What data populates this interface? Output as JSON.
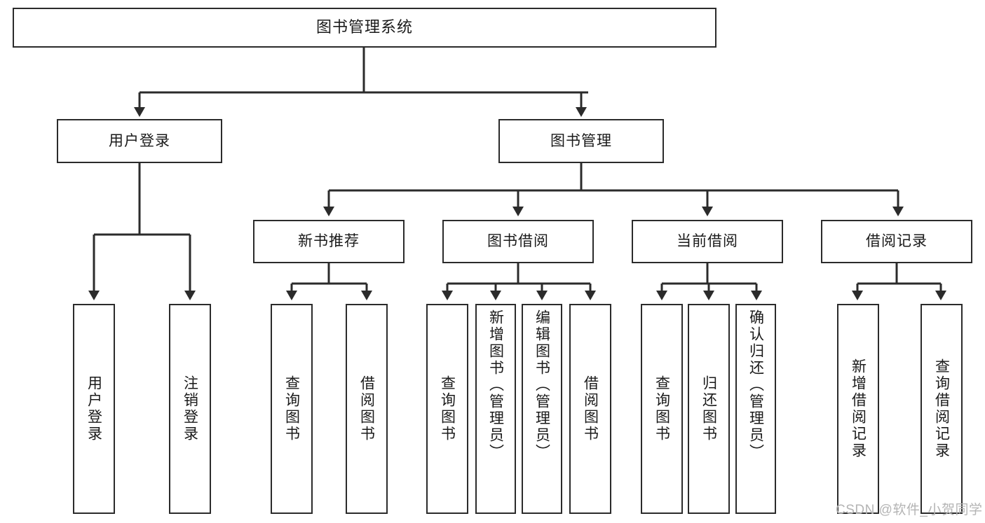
{
  "diagram": {
    "title": "图书管理系统",
    "type": "tree-hierarchy",
    "watermark": "CSDN @软件_小贺同学",
    "colors": {
      "stroke": "#2b2b2b",
      "fill": "#ffffff",
      "text": "#1a1a1a",
      "watermark": "#b4b4b4"
    },
    "root": {
      "label": "图书管理系统"
    },
    "level2": [
      {
        "label": "用户登录"
      },
      {
        "label": "图书管理"
      }
    ],
    "level3": [
      {
        "label": "新书推荐"
      },
      {
        "label": "图书借阅"
      },
      {
        "label": "当前借阅"
      },
      {
        "label": "借阅记录"
      }
    ],
    "leaves": {
      "user_login": [
        {
          "label": "用户登录"
        },
        {
          "label": "注销登录"
        }
      ],
      "new_book_recommend": [
        {
          "label": "查询图书"
        },
        {
          "label": "借阅图书"
        }
      ],
      "book_borrow": [
        {
          "label": "查询图书"
        },
        {
          "label": "新增图书（管理员）"
        },
        {
          "label": "编辑图书（管理员）"
        },
        {
          "label": "借阅图书"
        }
      ],
      "current_borrow": [
        {
          "label": "查询图书"
        },
        {
          "label": "归还图书"
        },
        {
          "label": "确认归还（管理员）"
        }
      ],
      "borrow_record": [
        {
          "label": "新增借阅记录"
        },
        {
          "label": "查询借阅记录"
        }
      ]
    }
  }
}
